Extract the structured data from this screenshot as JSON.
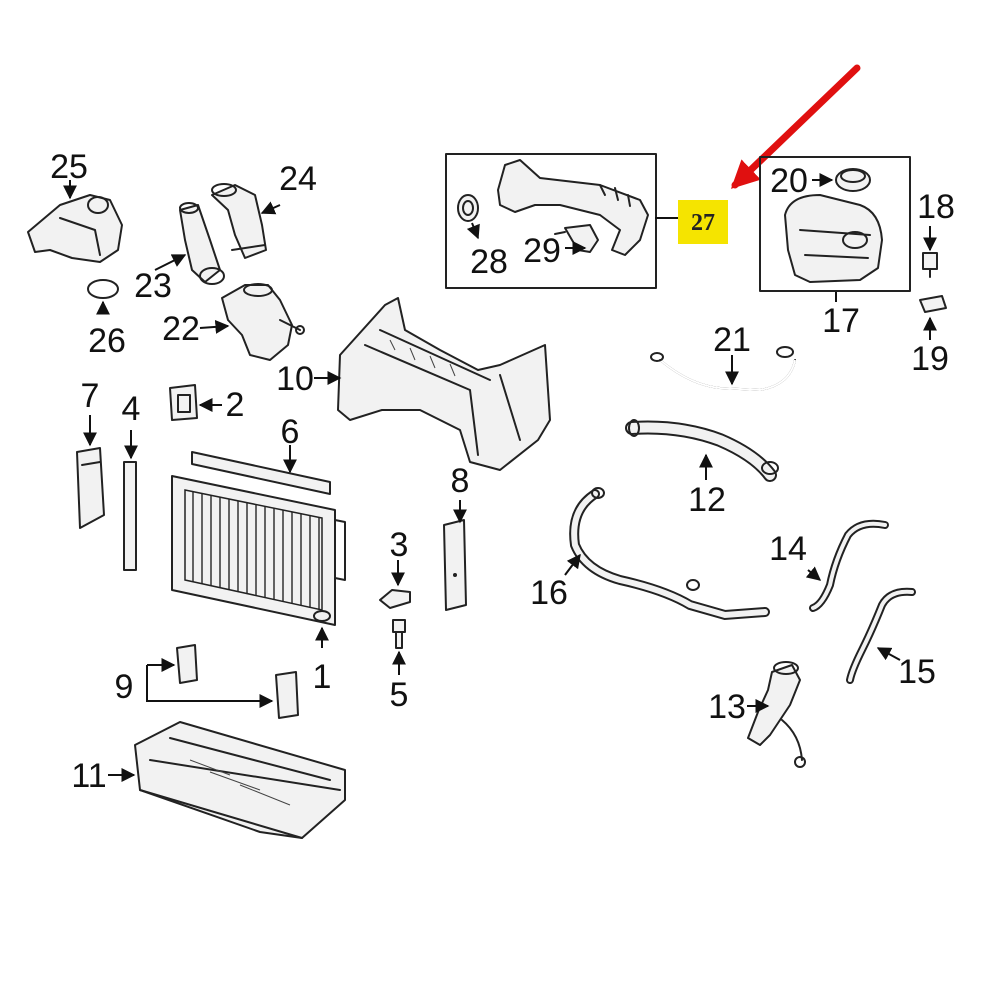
{
  "callouts": {
    "c1": "1",
    "c2": "2",
    "c3": "3",
    "c4": "4",
    "c5": "5",
    "c6": "6",
    "c7": "7",
    "c8": "8",
    "c9": "9",
    "c10": "10",
    "c11": "11",
    "c12": "12",
    "c13": "13",
    "c14": "14",
    "c15": "15",
    "c16": "16",
    "c17": "17",
    "c18": "18",
    "c19": "19",
    "c20": "20",
    "c21": "21",
    "c22": "22",
    "c23": "23",
    "c24": "24",
    "c25": "25",
    "c26": "26",
    "c27": "27",
    "c28": "28",
    "c29": "29"
  },
  "colors": {
    "line": "#222222",
    "highlight": "#f5e400",
    "pointer_arrow": "#e01010"
  }
}
